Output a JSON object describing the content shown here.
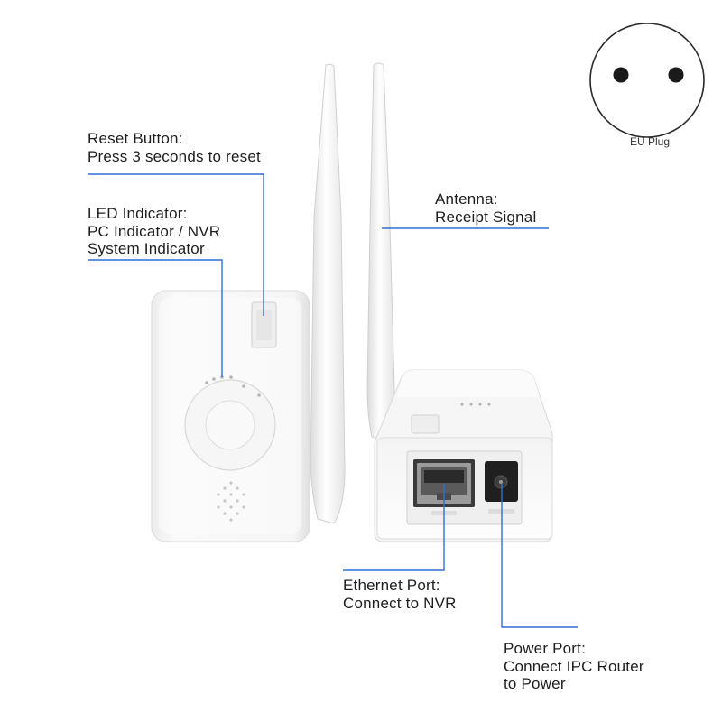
{
  "colors": {
    "callout_line": "#2f6fd6",
    "device_body": "#f7f7f7",
    "device_shadow": "#e2e2e2",
    "antenna": "#f2f2f2",
    "port_frame": "#8a8a8a",
    "text": "#1e1e1e"
  },
  "callouts": {
    "reset": {
      "title": "Reset Button:",
      "description": "Press 3 seconds to reset"
    },
    "led": {
      "title": "LED Indicator:",
      "line2": "PC Indicator / NVR",
      "line3": "System Indicator"
    },
    "antenna": {
      "title": "Antenna:",
      "description": "Receipt Signal"
    },
    "ethernet": {
      "title": "Ethernet Port:",
      "description": "Connect to NVR"
    },
    "power": {
      "title": "Power Port:",
      "line2": "Connect IPC Router",
      "line3": "to Power"
    }
  },
  "plug": {
    "caption": "EU Plug"
  },
  "icons": [
    "eu-plug-icon",
    "antenna-icon",
    "ethernet-port-icon",
    "power-port-icon",
    "speaker-grille-icon",
    "led-indicator-icon"
  ]
}
